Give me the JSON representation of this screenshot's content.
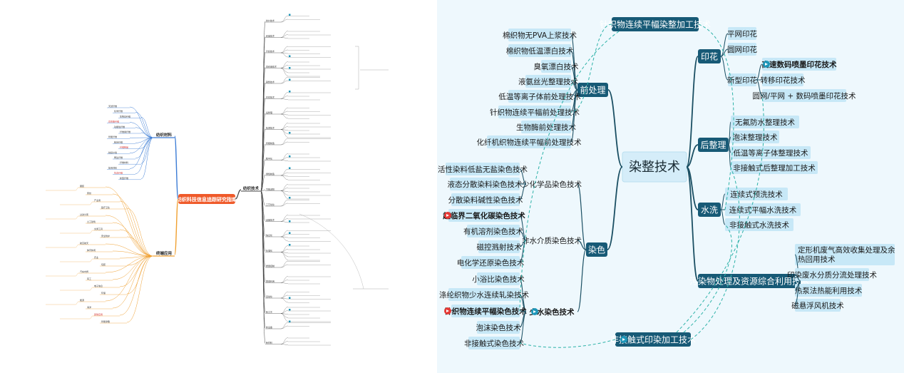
{
  "left_map": {
    "center": "纺织科技信息追踪研究指南",
    "branches": {
      "textile_materials": "纺织材料",
      "terminal_application": "终端应用",
      "textile_tech": "纺织技术"
    },
    "left_leaf_labels": [
      "天然纤维",
      "化学纤维",
      "生物基纤维",
      "高性能纤维",
      "功能性纤维",
      "纤维素纤维",
      "智能纤维",
      "纳米纤维",
      "纤维制品",
      "纺织纱线",
      "再生纤维",
      "纤维材料",
      "复合材料",
      "生态纤维",
      "新型纤维"
    ],
    "app_leaf_labels": [
      "服装",
      "家纺",
      "产业用",
      "医疗卫生",
      "过滤分离",
      "土工建筑",
      "交通工具",
      "安全防护",
      "航空航天",
      "体育休闲",
      "农业",
      "包装",
      "汽车内饰",
      "军工",
      "电子信息",
      "环保",
      "能源",
      "海洋",
      "其他应用",
      "智能穿戴"
    ],
    "tech_leaf_labels": [
      "纺纱技术",
      "织造技术",
      "针织技术",
      "非织造技术",
      "染整技术",
      "印花技术",
      "后整理",
      "检测技术",
      "智能制造",
      "数字化",
      "绿色制造",
      "节能减排",
      "工艺优化",
      "设备技术",
      "信息化",
      "标准化",
      "质量控制",
      "回收利用",
      "自动化",
      "新工艺",
      "新设备",
      "新材料"
    ]
  },
  "right_map": {
    "center": "染整技术",
    "top_box": "针织物连续平幅染整加工技术",
    "bottom_box": "非接触式印染加工技术",
    "branches": {
      "pretreatment": "前处理",
      "dyeing": "染色",
      "printing": "印花",
      "finishing": "后整理",
      "washing": "水洗",
      "wastewater": "污染物处理及资源综合利用技术"
    },
    "pretreatment_items": [
      "棉织物无PVA上浆技术",
      "棉织物低温漂白技术",
      "臭氧漂白技术",
      "液氨丝光整理技术",
      "低温等离子体前处理技术",
      "针织物连续平幅前处理技术",
      "生物酶前处理技术",
      "化纤机织物连续平幅前处理技术"
    ],
    "dyeing_subbranches": {
      "small_chem": "少化学品染色技术",
      "non_water": "非水介质染色技术",
      "low_water": "少水染色技术"
    },
    "small_chem_items": [
      "活性染料低盐无盐染色技术",
      "液态分散染料染色技术",
      "分散染料碱性染色技术"
    ],
    "non_water_items": [
      "超临界二氧化碳染色技术",
      "有机溶剂染色技术",
      "磁控溅射技术",
      "电化学还原染色技术"
    ],
    "low_water_items": [
      "小浴比染色技术",
      "涤纶织物少水连续轧染技术",
      "针织物连续平幅染色技术",
      "泡沫染色技术",
      "非接触式染色技术"
    ],
    "printing_items": [
      "平网印花",
      "圆网印花",
      "新型印花"
    ],
    "new_printing_items": [
      "高速数码喷墨印花技术",
      "转移印花技术",
      "圆网/平网 + 数码喷墨印花技术"
    ],
    "finishing_items": [
      "无氟防水整理技术",
      "泡沫整理技术",
      "低温等离子体整理技术",
      "非接触式后整理加工技术"
    ],
    "washing_items": [
      "连续式预洗技术",
      "连续式平幅水洗技术",
      "非接触式水洗技术"
    ],
    "wastewater_items": [
      "定形机废气高效收集处理及余热回用技术",
      "印染废水分质分流处理技术",
      "热泵法热能利用技术",
      "磁悬浮风机技术"
    ],
    "colors": {
      "background": "#eef8fd",
      "center_fill": "#d5edf9",
      "branch_box": "#175a76",
      "leaf_fill": "#c7e8f7",
      "line": "#1a4f63",
      "dash": "#2db2a8",
      "badge_red": "#e53935",
      "badge_teal": "#1e96b8"
    }
  }
}
